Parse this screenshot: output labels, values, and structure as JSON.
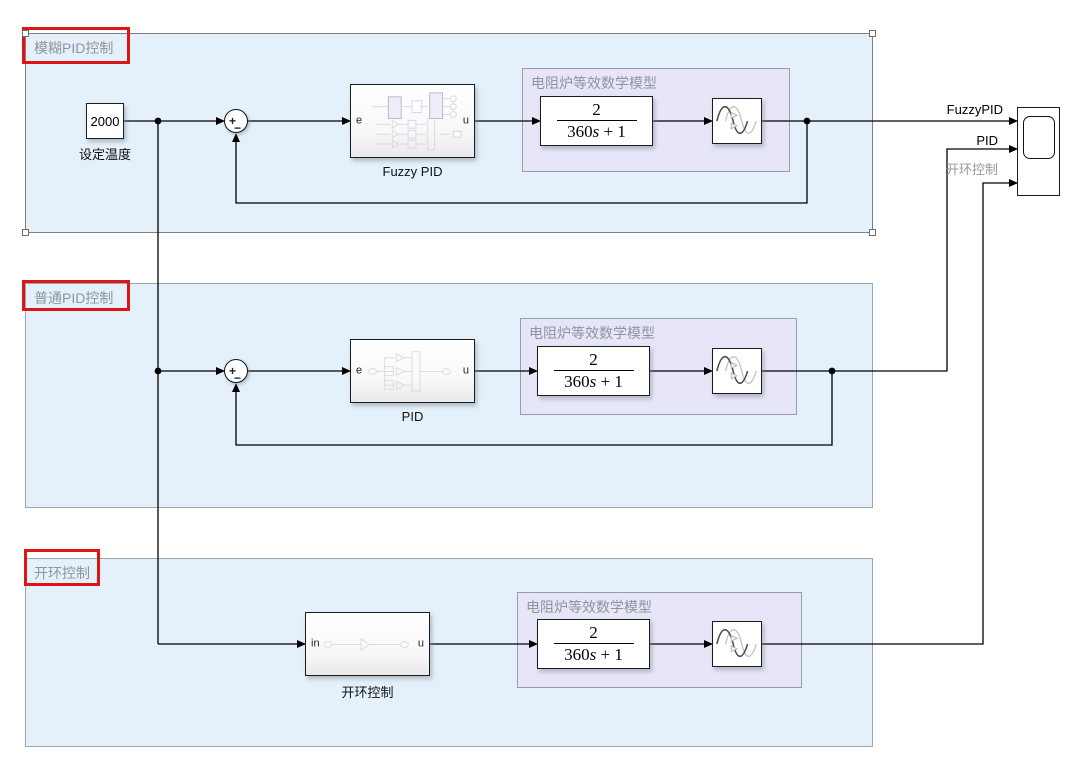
{
  "colors": {
    "area_fill": "#e4f1fb",
    "model_fill": "#e6e6f8",
    "annotation_red": "#dd1515",
    "area_label": "#8e959c",
    "open_signal_label": "#9a9a9a"
  },
  "areas": [
    {
      "title": "模糊PID控制"
    },
    {
      "title": "普通PID控制"
    },
    {
      "title": "开环控制"
    }
  ],
  "model_box": {
    "title": "电阻炉等效数学模型"
  },
  "blocks": {
    "setpoint": {
      "value": "2000",
      "label": "设定温度"
    },
    "sum": {
      "plus": "+",
      "minus": "−"
    },
    "fuzzy_pid": {
      "label": "Fuzzy PID",
      "port_in": "e",
      "port_out": "u"
    },
    "pid": {
      "label": "PID",
      "port_in": "e",
      "port_out": "u"
    },
    "open_loop": {
      "label": "开环控制",
      "port_in": "in",
      "port_out": "u"
    },
    "transfer_fcn": {
      "numerator": "2",
      "den_coef": "360",
      "den_var": "s",
      "den_rest": " + 1"
    }
  },
  "icons": {
    "transport_delay": "delay-sine-icon",
    "scope": "scope-screen"
  },
  "signal_labels": {
    "fuzzy": "FuzzyPID",
    "pid": "PID",
    "open": "开环控制"
  }
}
